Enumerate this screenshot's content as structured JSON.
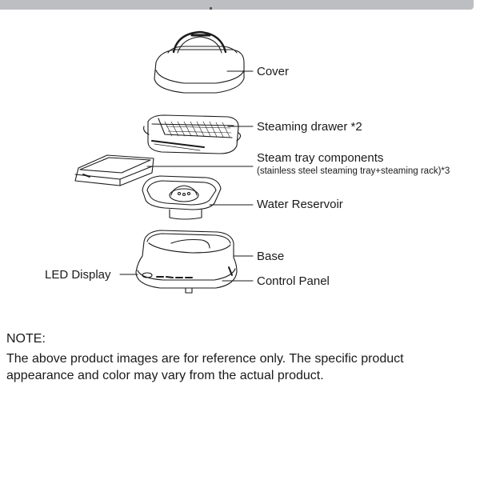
{
  "header": {
    "title_fragment": ""
  },
  "diagram": {
    "title": "Product component diagram",
    "parts": [
      {
        "id": "cover",
        "label": "Cover"
      },
      {
        "id": "steaming-drawer",
        "label": "Steaming drawer *2"
      },
      {
        "id": "steam-tray",
        "label": "Steam tray components",
        "sublabel": "(stainless steel steaming tray+steaming rack)*3"
      },
      {
        "id": "water-reservoir",
        "label": "Water Reservoir"
      },
      {
        "id": "base",
        "label": "Base"
      },
      {
        "id": "led-display",
        "label": "LED Display"
      },
      {
        "id": "control-panel",
        "label": "Control Panel"
      }
    ]
  },
  "note": {
    "title": "NOTE:",
    "body": "The above product images are for reference only. The specific product appearance and color may vary from the actual product."
  },
  "colors": {
    "header_bar": "#bdbec2",
    "line": "#1a1a1a",
    "text": "#1a1a1a"
  }
}
